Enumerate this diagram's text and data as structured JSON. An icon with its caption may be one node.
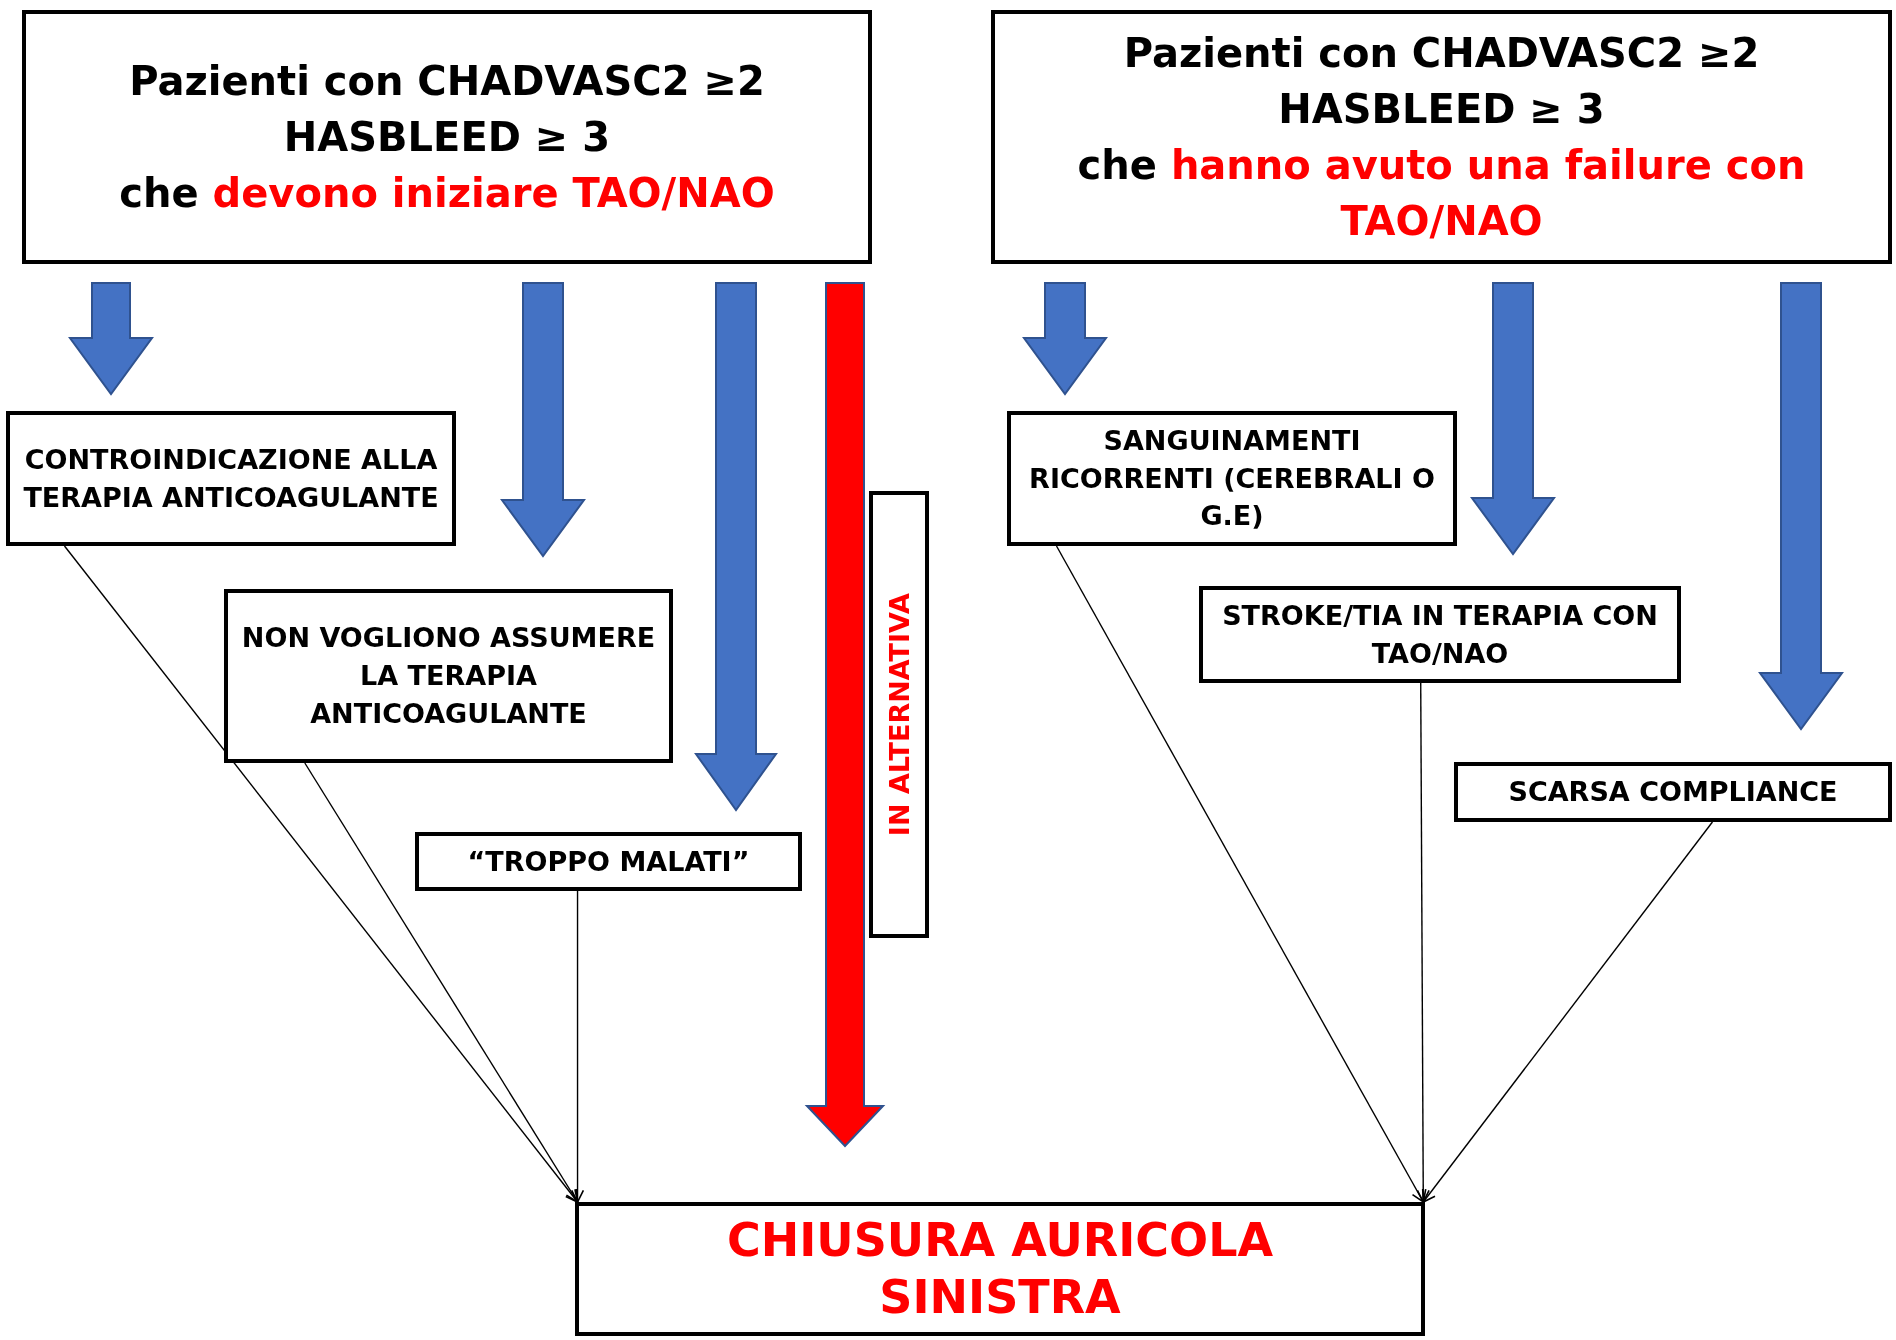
{
  "diagram": {
    "nodes": [
      {
        "text": [
          "Pazienti con CHADVASC2 ≥2 HASBLEED ≥ 3",
          "che",
          "devono iniziare TAO/NAO"
        ]
      },
      {
        "text": [
          "Pazienti con CHADVASC2 ≥2 HASBLEED ≥ 3",
          "che",
          "hanno avuto una failure con TAO/NAO"
        ]
      },
      {
        "text": [
          "CONTROINDICAZIONE ALLA TERAPIA ANTICOAGULANTE"
        ]
      },
      {
        "text": [
          "NON VOGLIONO ASSUMERE LA TERAPIA ANTICOAGULANTE"
        ]
      },
      {
        "text": [
          "“TROPPO MALATI”"
        ]
      },
      {
        "text": [
          "IN ALTERNATIVA"
        ]
      },
      {
        "text": [
          "SANGUINAMENTI RICORRENTI (CEREBRALI O G.E)"
        ]
      },
      {
        "text": [
          "STROKE/TIA IN TERAPIA CON TAO/NAO"
        ]
      },
      {
        "text": [
          "SCARSA COMPLIANCE"
        ]
      },
      {
        "text": [
          "CHIUSURA AURICOLA SINISTRA"
        ]
      }
    ],
    "edges": [
      {
        "from": 0,
        "to": 2,
        "arrow": "to",
        "style": "thick",
        "color": "#4472c4"
      },
      {
        "from": 0,
        "to": 3,
        "arrow": "to",
        "style": "thick",
        "color": "#4472c4"
      },
      {
        "from": 0,
        "to": 4,
        "arrow": "to",
        "style": "thick",
        "color": "#4472c4"
      },
      {
        "from": 0,
        "to": 9,
        "arrow": "to",
        "style": "thick",
        "color": "#ff0000"
      },
      {
        "from": 1,
        "to": 6,
        "arrow": "to",
        "style": "thick",
        "color": "#4472c4"
      },
      {
        "from": 1,
        "to": 7,
        "arrow": "to",
        "style": "thick",
        "color": "#4472c4"
      },
      {
        "from": 1,
        "to": 8,
        "arrow": "to",
        "style": "thick",
        "color": "#4472c4"
      },
      {
        "from": 2,
        "to": 9,
        "arrow": "to"
      },
      {
        "from": 3,
        "to": 9,
        "arrow": "to"
      },
      {
        "from": 4,
        "to": 9,
        "arrow": "to"
      },
      {
        "from": 6,
        "to": 9,
        "arrow": "to"
      },
      {
        "from": 7,
        "to": 9,
        "arrow": "to"
      },
      {
        "from": 8,
        "to": 9,
        "arrow": "to"
      }
    ]
  }
}
